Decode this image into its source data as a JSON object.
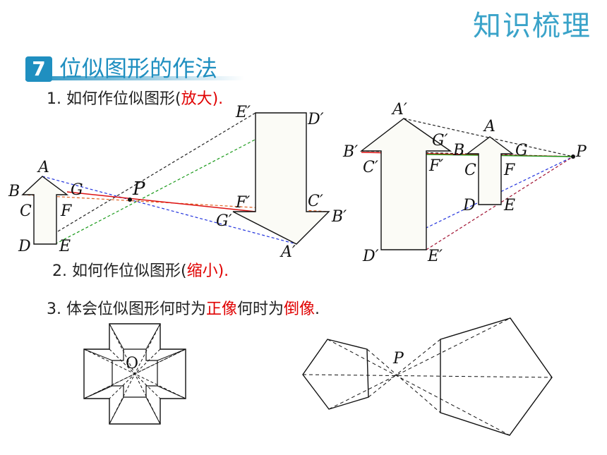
{
  "header": {
    "title": "知识梳理"
  },
  "section": {
    "number": "7",
    "title": "位似图形的作法"
  },
  "items": {
    "i1": {
      "prefix": "1. 如何作位似图形(",
      "em": "放大",
      "suffix": ")."
    },
    "i2": {
      "prefix": "2. 如何作位似图形(",
      "em": "缩小",
      "suffix": ")."
    },
    "i3": {
      "prefix": "3. 体会位似图形何时为",
      "em1": "正像",
      "mid": "何时为",
      "em2": "倒像",
      "suffix": "."
    }
  },
  "labels": {
    "left": {
      "A": "A",
      "B": "B",
      "C": "C",
      "D": "D",
      "E": "E",
      "F": "F",
      "G": "G",
      "P": "P",
      "A2": "A′",
      "B2": "B′",
      "C2": "C′",
      "D2": "D′",
      "E2": "E′",
      "F2": "F′",
      "G2": "G′"
    },
    "right": {
      "A": "A",
      "B": "B",
      "C": "C",
      "D": "D",
      "E": "E",
      "F": "F",
      "G": "G",
      "P": "P",
      "A2": "A′",
      "B2": "B′",
      "C2": "C′",
      "D2": "D′",
      "E2": "E′",
      "F2": "F′",
      "G2": "G′"
    },
    "cross": {
      "O": "O"
    },
    "pent": {
      "P": "P"
    }
  },
  "colors": {
    "accent": "#1f8fc0",
    "emphasis": "#e00000"
  }
}
